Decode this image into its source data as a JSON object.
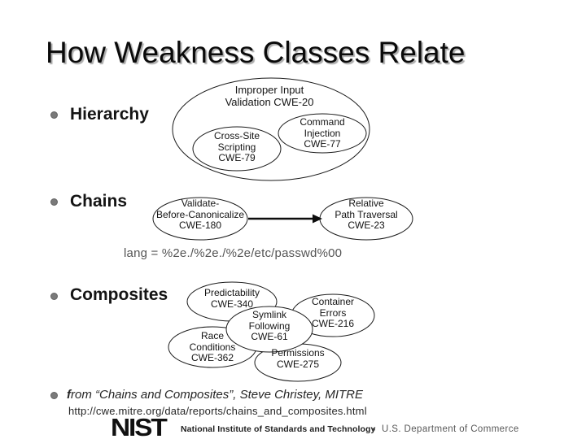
{
  "slide": {
    "title": "How Weakness Classes Relate"
  },
  "bullets": {
    "hierarchy": "Hierarchy",
    "chains": "Chains",
    "composites": "Composites"
  },
  "hierarchy_diagram": {
    "parent": "Improper Input\nValidation CWE-20",
    "xss": "Cross-Site\nScripting\nCWE-79",
    "command": "Command\nInjection\nCWE-77"
  },
  "chains_diagram": {
    "source": "Validate-\nBefore-Canonicalize\nCWE-180",
    "target": "Relative\nPath Traversal\nCWE-23",
    "example": "lang = %2e./%2e./%2e/etc/passwd%00"
  },
  "composites_diagram": {
    "predictability": "Predictability\nCWE-340",
    "container": "Container\nErrors\nCWE-216",
    "race": "Race\nConditions\nCWE-362",
    "permissions": "Permissions\nCWE-275",
    "symlink": "Symlink\nFollowing\nCWE-61"
  },
  "attribution": {
    "lead": "f",
    "text": "rom “Chains and Composites”, Steve Christey, MITRE",
    "url": "http://cwe.mitre.org/data/reports/chains_and_composites.html"
  },
  "footer": {
    "logo": "NIST",
    "agency": "National Institute of Standards and Technology",
    "separator": "•",
    "department": "U.S. Department of Commerce"
  },
  "colors": {
    "ellipse_stroke": "#1a1a1a",
    "bullet_gray": "#7a7a7a",
    "title_shadow": "#ababab",
    "example_text": "#555555",
    "department_gray": "#595959",
    "background": "#ffffff"
  }
}
